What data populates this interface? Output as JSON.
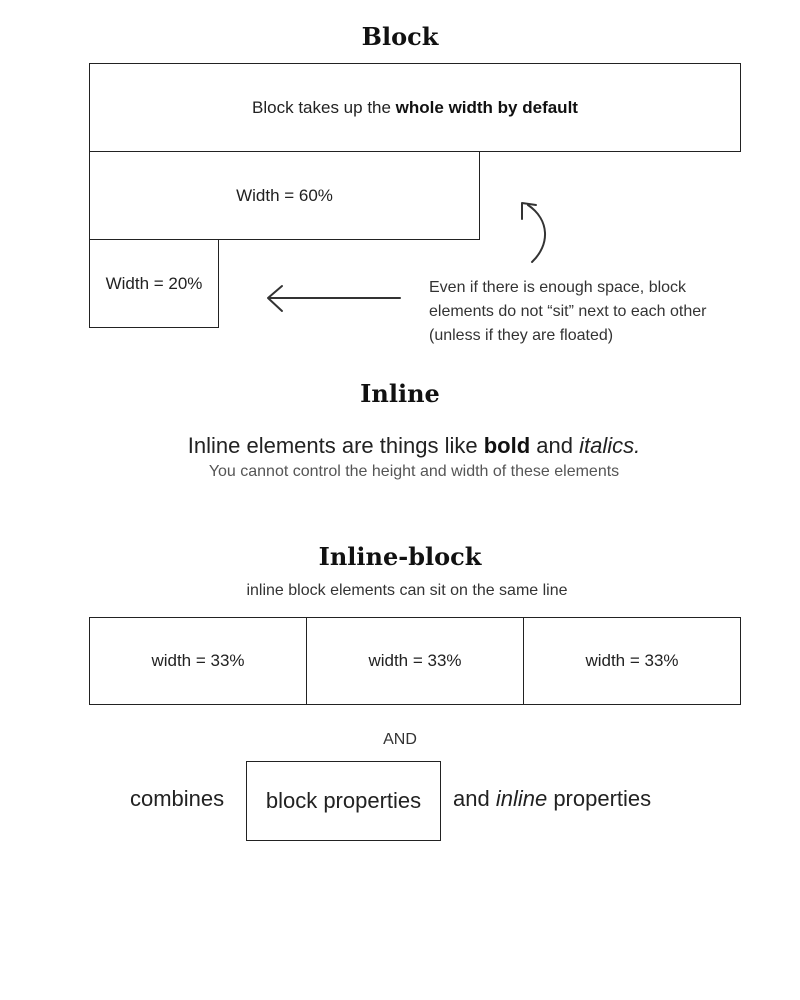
{
  "block": {
    "heading": "Block",
    "full_box": {
      "text_plain": "Block takes up the ",
      "text_bold": "whole width by default"
    },
    "box_60": "Width = 60%",
    "box_20": "Width = 20%",
    "note_lines": [
      "Even if there is enough space, block",
      "elements do not “sit” next to each other",
      "(unless if they are floated)"
    ]
  },
  "inline": {
    "heading": "Inline",
    "line1_a": "Inline elements are things like ",
    "line1_bold": "bold",
    "line1_b": " and ",
    "line1_italic": "italics.",
    "line2": "You cannot control the height and width of these elements"
  },
  "inline_block": {
    "heading": "Inline-block",
    "subtitle": "inline block elements can sit on the same line",
    "boxes": [
      "width = 33%",
      "width = 33%",
      "width = 33%"
    ],
    "and_label": "AND",
    "combines": "combines",
    "block_props": "block properties",
    "and_word": "and ",
    "inline_word": "inline",
    "properties_word": " properties"
  }
}
